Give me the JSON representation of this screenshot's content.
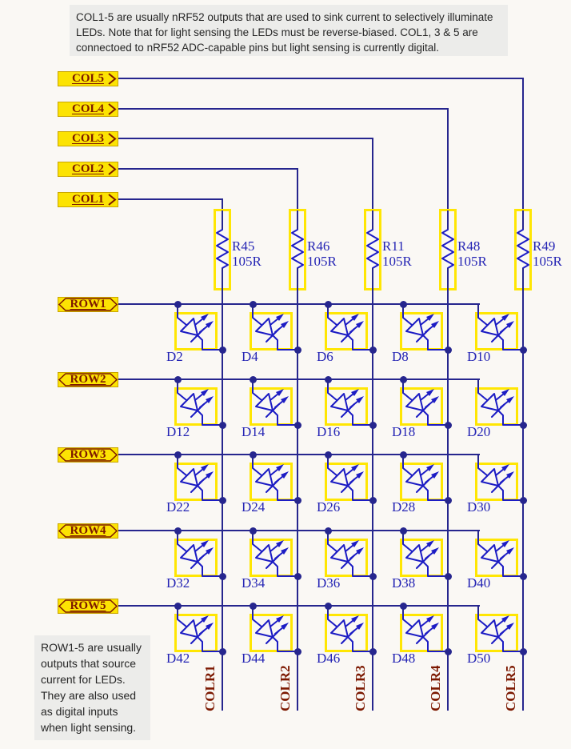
{
  "notes": {
    "top": "COL1-5 are usually nRF52 outputs that are used to sink current to selectively illuminate LEDs. Note that for light sensing the LEDs must be reverse-biased. COL1, 3 & 5 are connectoed to nRF52 ADC-capable pins but light sensing is currently digital.",
    "bottom": "ROW1-5 are usually outputs that source current for LEDs. They are also used as digital inputs when light sensing."
  },
  "col_ports": [
    {
      "label": "COL5"
    },
    {
      "label": "COL4"
    },
    {
      "label": "COL3"
    },
    {
      "label": "COL2"
    },
    {
      "label": "COL1"
    }
  ],
  "row_ports": [
    {
      "label": "ROW1"
    },
    {
      "label": "ROW2"
    },
    {
      "label": "ROW3"
    },
    {
      "label": "ROW4"
    },
    {
      "label": "ROW5"
    }
  ],
  "resistors": [
    {
      "ref": "R45",
      "value": "105R"
    },
    {
      "ref": "R46",
      "value": "105R"
    },
    {
      "ref": "R11",
      "value": "105R"
    },
    {
      "ref": "R48",
      "value": "105R"
    },
    {
      "ref": "R49",
      "value": "105R"
    }
  ],
  "led_rows": [
    [
      "D2",
      "D4",
      "D6",
      "D8",
      "D10"
    ],
    [
      "D12",
      "D14",
      "D16",
      "D18",
      "D20"
    ],
    [
      "D22",
      "D24",
      "D26",
      "D28",
      "D30"
    ],
    [
      "D32",
      "D34",
      "D36",
      "D38",
      "D40"
    ],
    [
      "D42",
      "D44",
      "D46",
      "D48",
      "D50"
    ]
  ],
  "col_returns": [
    {
      "label": "COLR1"
    },
    {
      "label": "COLR2"
    },
    {
      "label": "COLR3"
    },
    {
      "label": "COLR4"
    },
    {
      "label": "COLR5"
    }
  ],
  "colors": {
    "canvas_bg": "#faf8f4",
    "note_bg": "#ececea",
    "wire": "#26268e",
    "symbol": "#1c1cc4",
    "symbol_text": "#2424b4",
    "highlight": "#ffe603",
    "port_fill": "#fce303",
    "port_border": "#c9a500",
    "port_text": "#7c1800"
  }
}
